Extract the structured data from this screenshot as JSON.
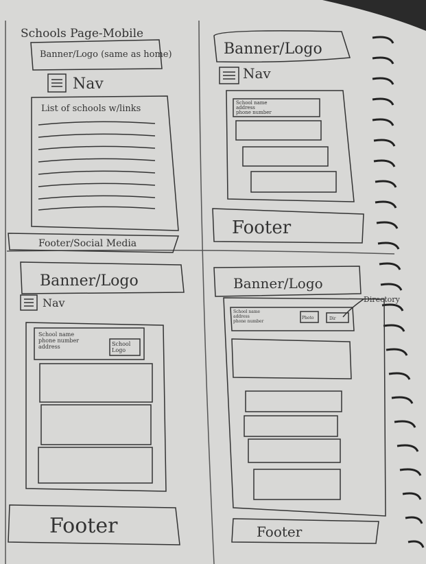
{
  "page_title": "Schools Page-Mobile",
  "sketch1": {
    "banner": "Banner/Logo (same as home)",
    "nav": "Nav",
    "list_title": "List of schools w/links",
    "footer": "Footer/Social Media"
  },
  "sketch2": {
    "banner": "Banner/Logo",
    "nav": "Nav",
    "card_lines": [
      "School name",
      "address",
      "phone number"
    ],
    "footer": "Footer"
  },
  "sketch3": {
    "banner": "Banner/Logo",
    "nav": "Nav",
    "card_lines": [
      "School name",
      "phone number",
      "address"
    ],
    "logo_box": [
      "School",
      "Logo"
    ],
    "footer": "Footer"
  },
  "sketch4": {
    "banner": "Banner/Logo",
    "directory_note": "Directory",
    "card_lines": [
      "School name",
      "address",
      "phone number"
    ],
    "small_boxes": [
      "Photo",
      "Dir"
    ],
    "footer": "Footer"
  }
}
